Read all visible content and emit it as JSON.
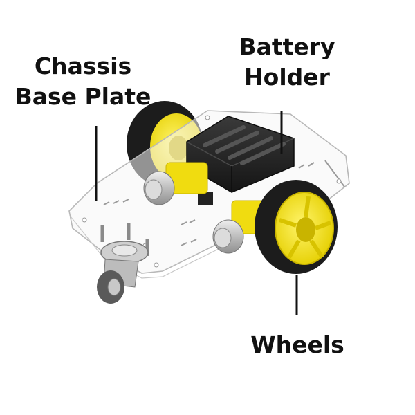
{
  "labels": {
    "chassis": {
      "line1": "Chassis",
      "line2": "Base Plate"
    },
    "battery": {
      "line1": "Battery",
      "line2": "Holder"
    },
    "wheels": {
      "line1": "Wheels"
    }
  },
  "colors": {
    "text": "#111111",
    "wheel_hub": "#f2e000",
    "tire": "#1c1c1c",
    "chassis_edge": "#b8b8b8",
    "battery_holder": "#2a2a2a",
    "motor_metal": "#c8c8c8"
  }
}
